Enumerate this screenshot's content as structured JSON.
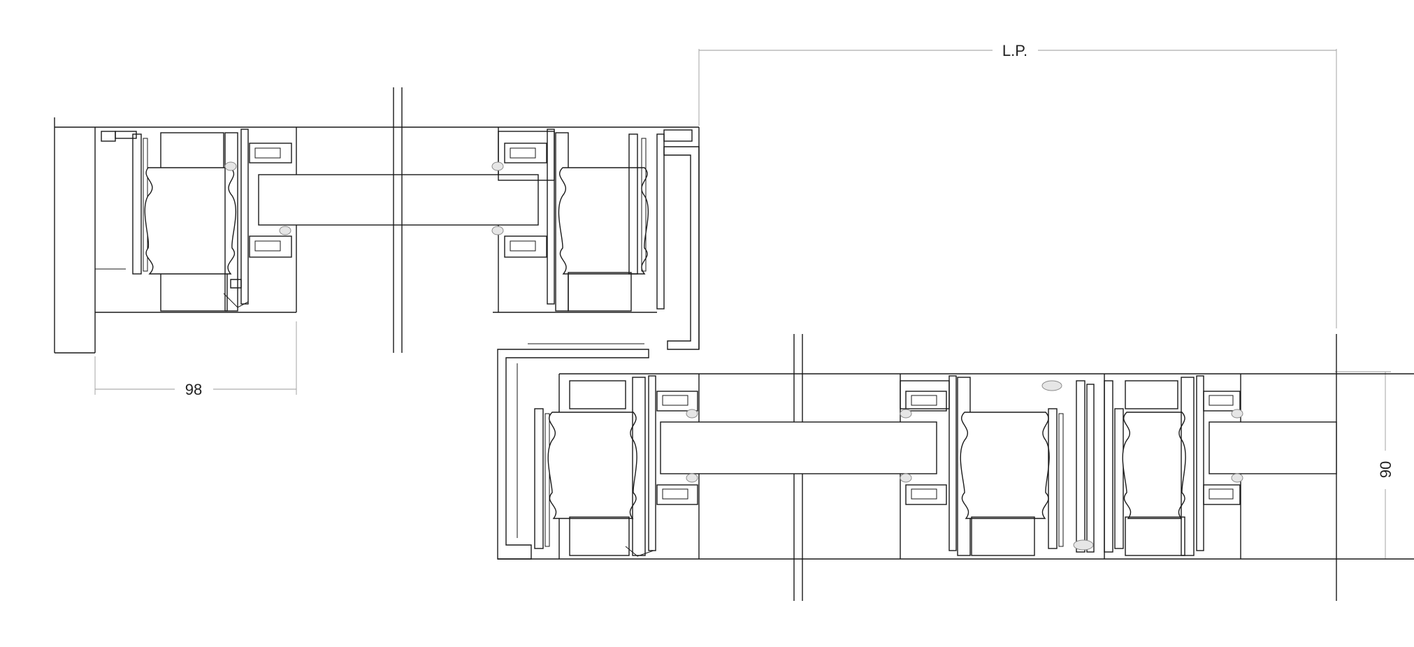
{
  "drawing": {
    "dimension_top": "L.P.",
    "dimension_left": "98",
    "dimension_right": "90"
  },
  "colors": {
    "line": "#1a1a1a",
    "dimension_line": "#9a9a9a",
    "background": "#ffffff"
  }
}
